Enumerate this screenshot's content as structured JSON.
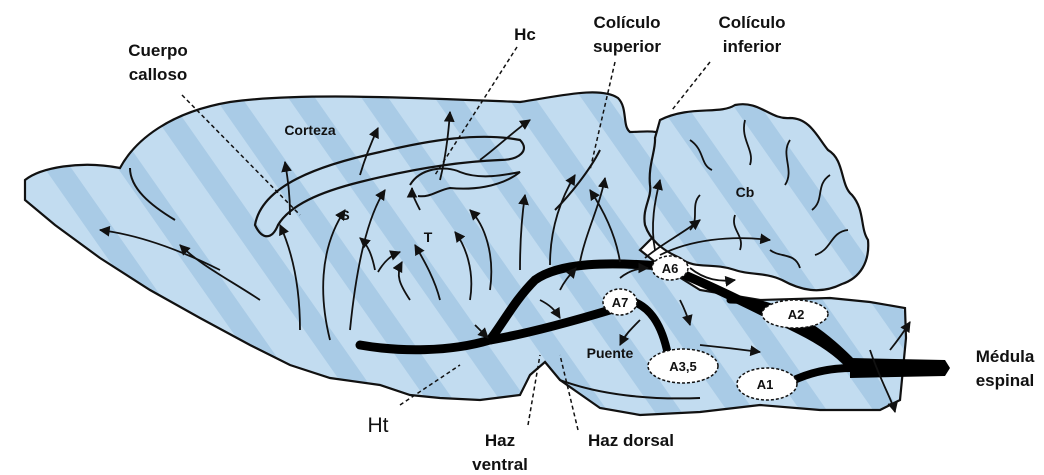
{
  "diagram": {
    "outer_labels": {
      "cuerpo_calloso_line1": "Cuerpo",
      "cuerpo_calloso_line2": "calloso",
      "hc": "Hc",
      "coliculo_superior_line1": "Colículo",
      "coliculo_superior_line2": "superior",
      "coliculo_inferior_line1": "Colículo",
      "coliculo_inferior_line2": "inferior",
      "medula_line1": "Médula",
      "medula_line2": "espinal",
      "ht": "Ht",
      "haz_ventral_line1": "Haz",
      "haz_ventral_line2": "ventral",
      "haz_dorsal": "Haz dorsal"
    },
    "region_labels": {
      "corteza": "Corteza",
      "s": "S",
      "t": "T",
      "cb": "Cb",
      "puente": "Puente"
    },
    "nuclei": {
      "a6": "A6",
      "a7": "A7",
      "a2": "A2",
      "a35": "A3,5",
      "a1": "A1"
    },
    "colors": {
      "brain_fill": "#c2dcf0",
      "brain_stripe": "#a9cbe6",
      "outline": "#111111",
      "pathway": "#000000",
      "nucleus_fill": "#ffffff"
    }
  }
}
